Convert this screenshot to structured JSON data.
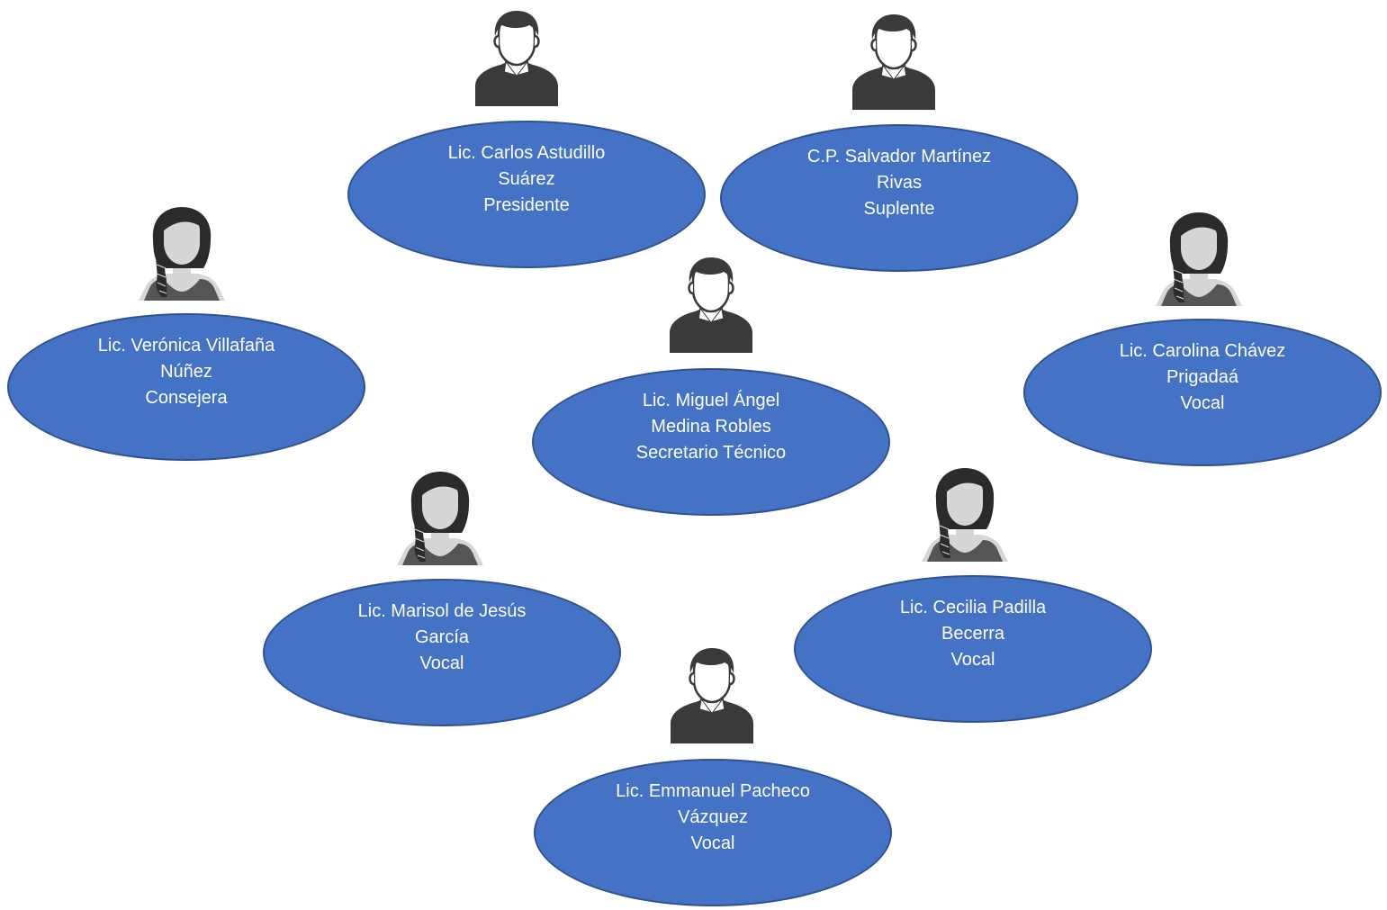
{
  "members": [
    {
      "id": "carlos-astudillo",
      "avatar": "male-person-icon",
      "lines": [
        "Lic. Carlos Astudillo",
        "Suárez",
        "Presidente"
      ]
    },
    {
      "id": "salvador-martinez",
      "avatar": "male-person-icon",
      "lines": [
        "C.P. Salvador Martínez",
        "Rivas",
        "Suplente"
      ]
    },
    {
      "id": "veronica-villafana",
      "avatar": "female-person-icon",
      "lines": [
        "Lic. Verónica Villafaña",
        "Núñez",
        "Consejera"
      ]
    },
    {
      "id": "miguel-angel-medina",
      "avatar": "male-person-icon",
      "lines": [
        "Lic. Miguel Ángel",
        "Medina Robles",
        "Secretario Técnico"
      ]
    },
    {
      "id": "carolina-chavez",
      "avatar": "female-person-icon",
      "lines": [
        "Lic. Carolina Chávez",
        "Prigadaá",
        "Vocal"
      ]
    },
    {
      "id": "marisol-de-jesus",
      "avatar": "female-person-icon",
      "lines": [
        "Lic. Marisol de Jesús",
        "García",
        "Vocal"
      ]
    },
    {
      "id": "cecilia-padilla",
      "avatar": "female-person-icon",
      "lines": [
        "Lic. Cecilia Padilla",
        "Becerra",
        "Vocal"
      ]
    },
    {
      "id": "emmanuel-pacheco",
      "avatar": "male-person-icon",
      "lines": [
        "Lic. Emmanuel Pacheco",
        "Vázquez",
        "Vocal"
      ]
    }
  ],
  "colors": {
    "ellipse_fill": "#4472c4",
    "ellipse_border": "#2f528f",
    "text": "#ffffff",
    "male_body": "#3a3a3a",
    "female_hair": "#2b2b2b",
    "female_skin": "#d6d6d6",
    "female_shirt": "#555555"
  }
}
